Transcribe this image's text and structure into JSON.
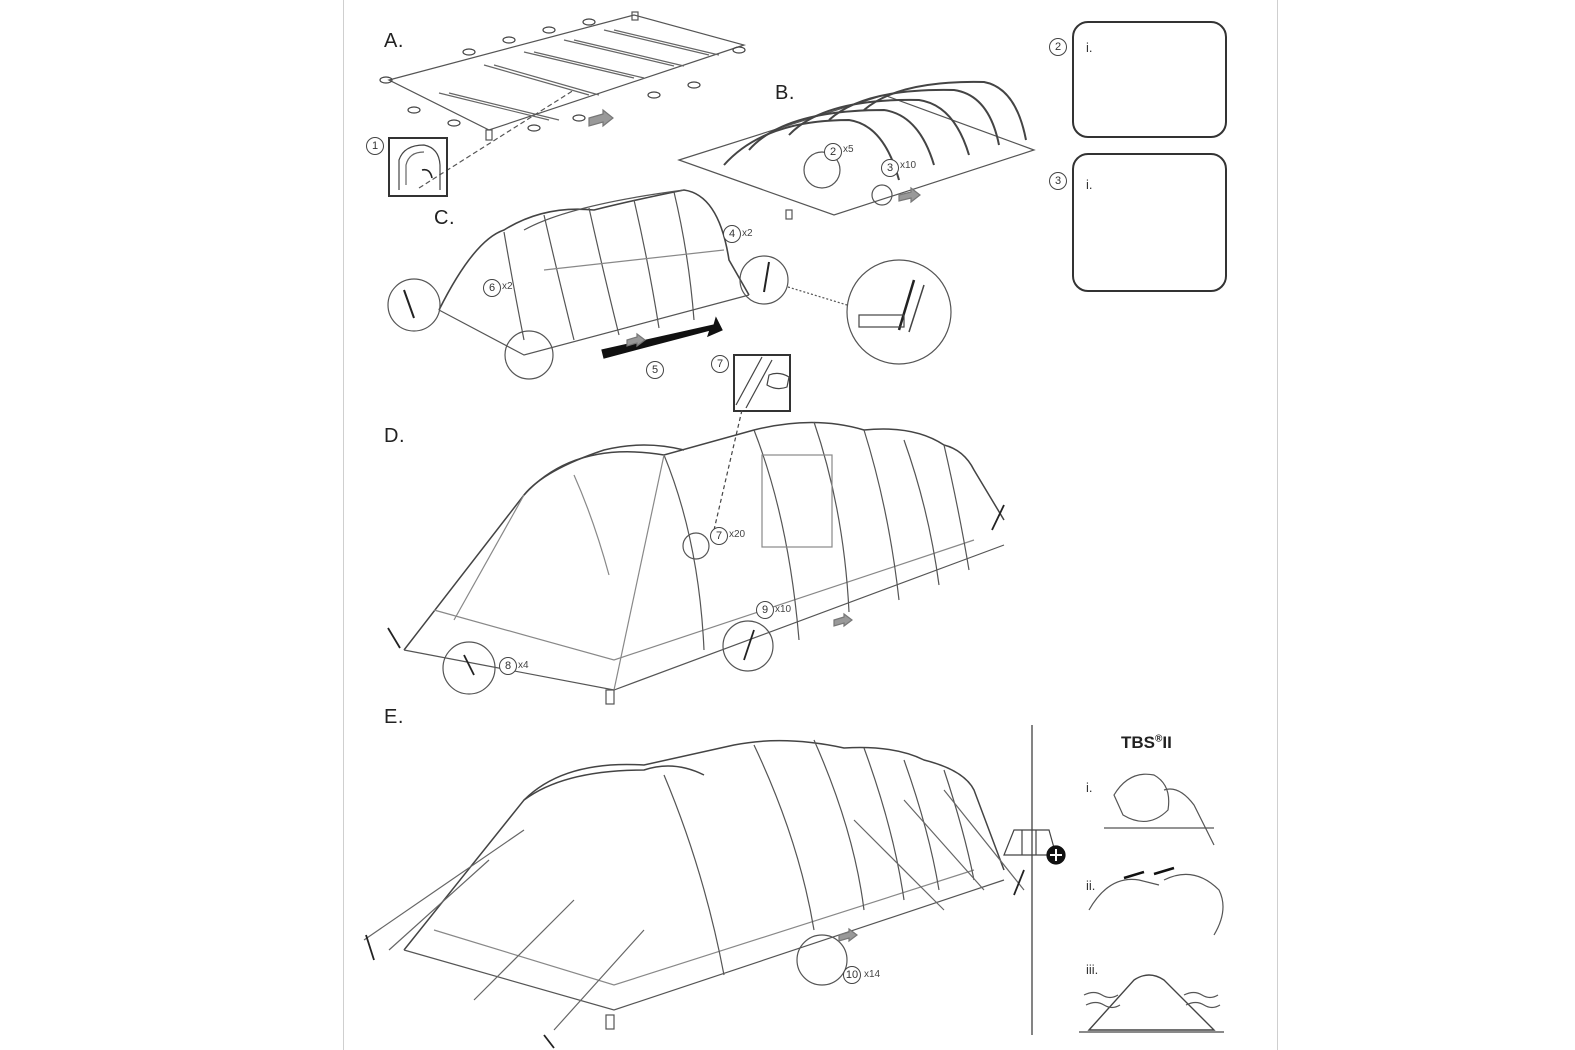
{
  "steps": {
    "a": "A.",
    "b": "B.",
    "c": "C.",
    "d": "D.",
    "e": "E."
  },
  "callouts": {
    "c1": "1",
    "c2": "2",
    "c3": "3",
    "c4": "4",
    "c5": "5",
    "c6": "6",
    "c7": "7",
    "c8": "8",
    "c9": "9",
    "c10": "10",
    "c2b": "2",
    "c3b": "3",
    "c7b": "7"
  },
  "quantities": {
    "q2": "x5",
    "q3": "x10",
    "q4": "x2",
    "q6": "x2",
    "q7": "x20",
    "q8": "x4",
    "q9": "x10",
    "q10": "x14"
  },
  "detail_panels": {
    "p2_label": "i.",
    "p3_label": "i."
  },
  "tbs": {
    "title": "TBS",
    "reg": "®",
    "suffix": "II",
    "step_i": "i.",
    "step_ii": "ii.",
    "step_iii": "iii."
  }
}
